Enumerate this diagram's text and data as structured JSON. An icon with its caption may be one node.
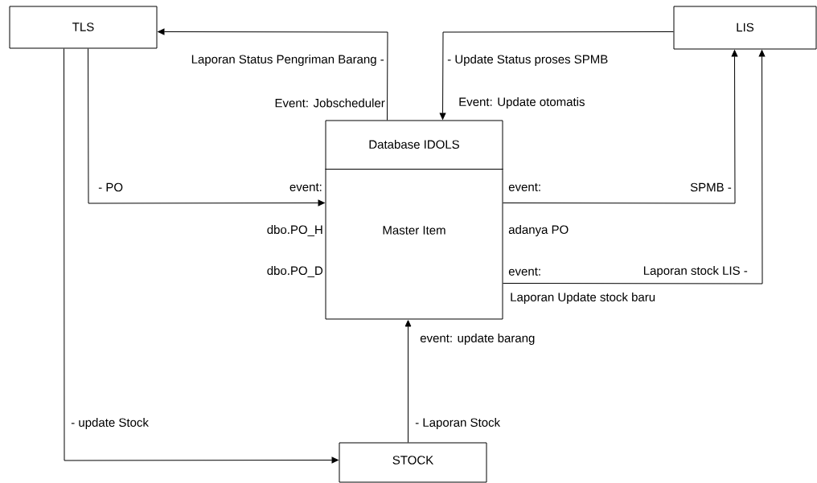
{
  "diagram": {
    "nodes": [
      {
        "text": [
          "TLS"
        ]
      },
      {
        "text": [
          "LIS"
        ]
      },
      {
        "text": [
          "Database IDOLS",
          "Master Item"
        ]
      },
      {
        "text": [
          "STOCK"
        ]
      }
    ],
    "edges": [
      {
        "from": 2,
        "to": 0,
        "arrow": "to"
      },
      {
        "from": 1,
        "to": 2,
        "arrow": "to"
      },
      {
        "from": 0,
        "to": 2,
        "arrow": "to"
      },
      {
        "from": 2,
        "to": 1,
        "arrow": "to"
      },
      {
        "from": 2,
        "to": 1,
        "arrow": "to"
      },
      {
        "from": 0,
        "to": 3,
        "arrow": "to"
      },
      {
        "from": 3,
        "to": 2,
        "arrow": "to"
      }
    ],
    "labels": [
      "Laporan Status Pengriman Barang -",
      "- Update Status proses SPMB",
      "Event: Jobscheduler",
      "Event:  Update otomatis",
      "- PO",
      "event:",
      "event:",
      "SPMB -",
      "dbo.PO_H",
      "adanya PO",
      "dbo.PO_D",
      "event:",
      "Laporan stock LIS -",
      "Laporan Update stock baru",
      "event: update barang",
      "- update Stock",
      "- Laporan Stock"
    ]
  }
}
